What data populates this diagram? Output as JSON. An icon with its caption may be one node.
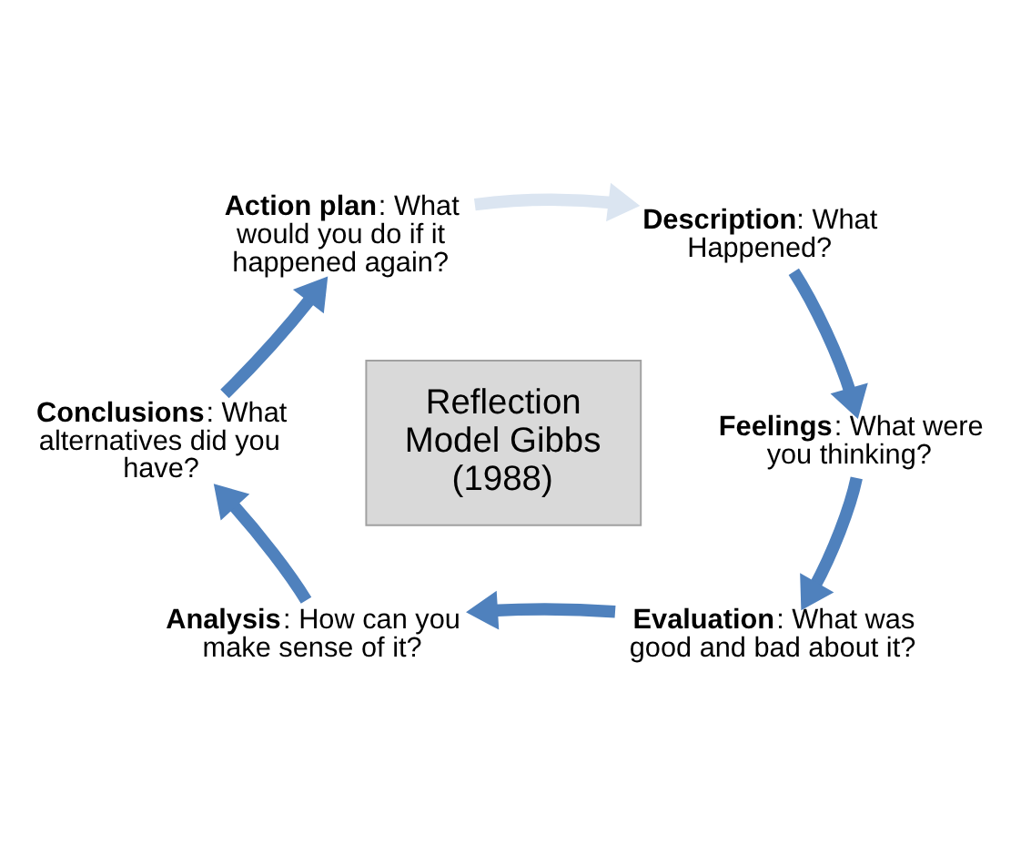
{
  "diagram": {
    "nodes": [
      {
        "text": [
          "**Description**: What Happened?"
        ]
      },
      {
        "text": [
          "**Feelings**: What were you thinking?"
        ]
      },
      {
        "text": [
          "**Evaluation**: What was good and bad about it?"
        ]
      },
      {
        "text": [
          "**Analysis**: How can you make sense of it?"
        ]
      },
      {
        "text": [
          "**Conclusions**: What alternatives did you have?"
        ]
      },
      {
        "text": [
          "**Action plan**: What would you do if it happened again?"
        ]
      },
      {
        "text": [
          "Reflection Model Gibbs (1988)"
        ]
      }
    ],
    "edges": [
      {
        "from": 5,
        "to": 0,
        "arrow": "to",
        "color": "#dbe5f1"
      },
      {
        "from": 0,
        "to": 1,
        "arrow": "to"
      },
      {
        "from": 1,
        "to": 2,
        "arrow": "to"
      },
      {
        "from": 2,
        "to": 3,
        "arrow": "to"
      },
      {
        "from": 3,
        "to": 4,
        "arrow": "to"
      },
      {
        "from": 4,
        "to": 5,
        "arrow": "to"
      }
    ]
  }
}
